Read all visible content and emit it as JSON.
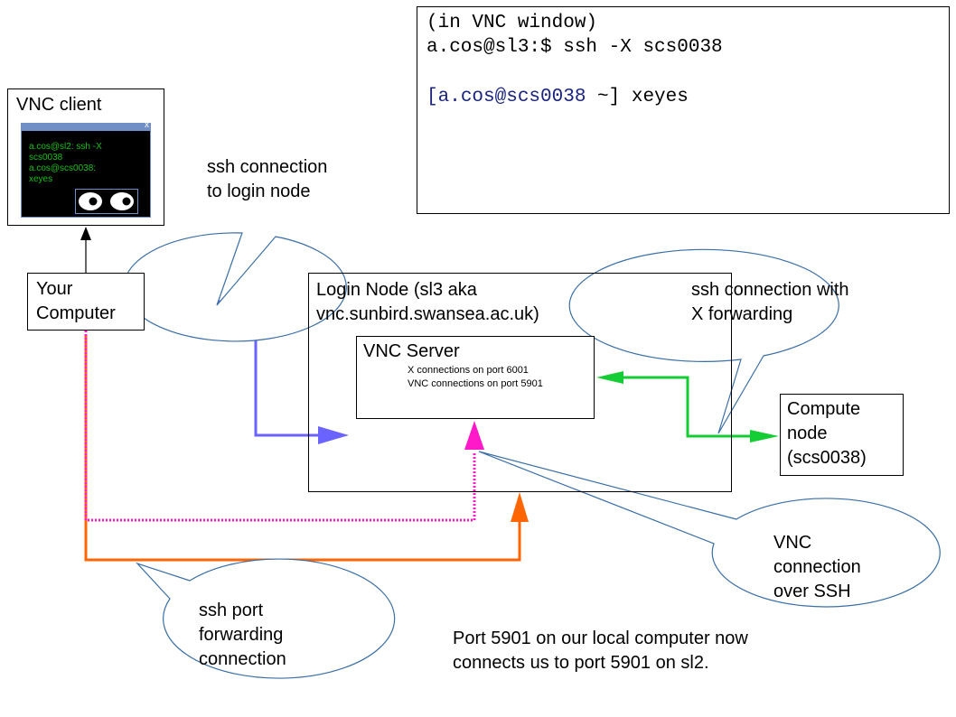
{
  "terminal": {
    "line1": "(in VNC window)",
    "line2": "a.cos@sl3:$ ssh -X scs0038",
    "line3_bracket_open": "[",
    "line3_userhost": "a.cos@scs0038",
    "line3_rest": " ~] xeyes",
    "userhost_color": "#1a237e"
  },
  "vnc_client": {
    "title": "VNC client",
    "screen": {
      "line1": "a.cos@sl2: ssh -X",
      "line2": "scs0038",
      "line3": "a.cos@scs0038:",
      "line4": "xeyes",
      "close_glyph": "x",
      "text_color": "#17c217",
      "titlebar_color": "#6f8fc6"
    }
  },
  "your_computer": {
    "line1": "Your",
    "line2": "Computer"
  },
  "login_node": {
    "line1": "Login Node (sl3 aka",
    "line2": "vnc.sunbird.swansea.ac.uk)"
  },
  "vnc_server": {
    "title": "VNC Server",
    "x_port": "X connections on port 6001",
    "vnc_port": "VNC connections on port 5901"
  },
  "compute_node": {
    "line1": "Compute",
    "line2": "node",
    "line3": "(scs0038)"
  },
  "callouts": {
    "ssh_login": {
      "line1": "ssh connection",
      "line2": "to login node"
    },
    "ssh_xfwd": {
      "line1": "ssh connection with",
      "line2": "X forwarding"
    },
    "vnc_ssh": {
      "line1": "VNC",
      "line2": "connection",
      "line3": "over SSH"
    },
    "ssh_port": {
      "line1": "ssh port",
      "line2": "forwarding",
      "line3": "connection"
    }
  },
  "note": {
    "line1": "Port 5901 on our local computer now",
    "line2": "connects us to port 5901 on sl2."
  },
  "colors": {
    "ssh_login_arrow": "#6b63ff",
    "x_forward_arrow": "#14cc33",
    "vnc_dotted_arrow": "#ff19c8",
    "port_forward_arrow": "#ff6600",
    "callout_stroke": "#3a6ea5"
  }
}
